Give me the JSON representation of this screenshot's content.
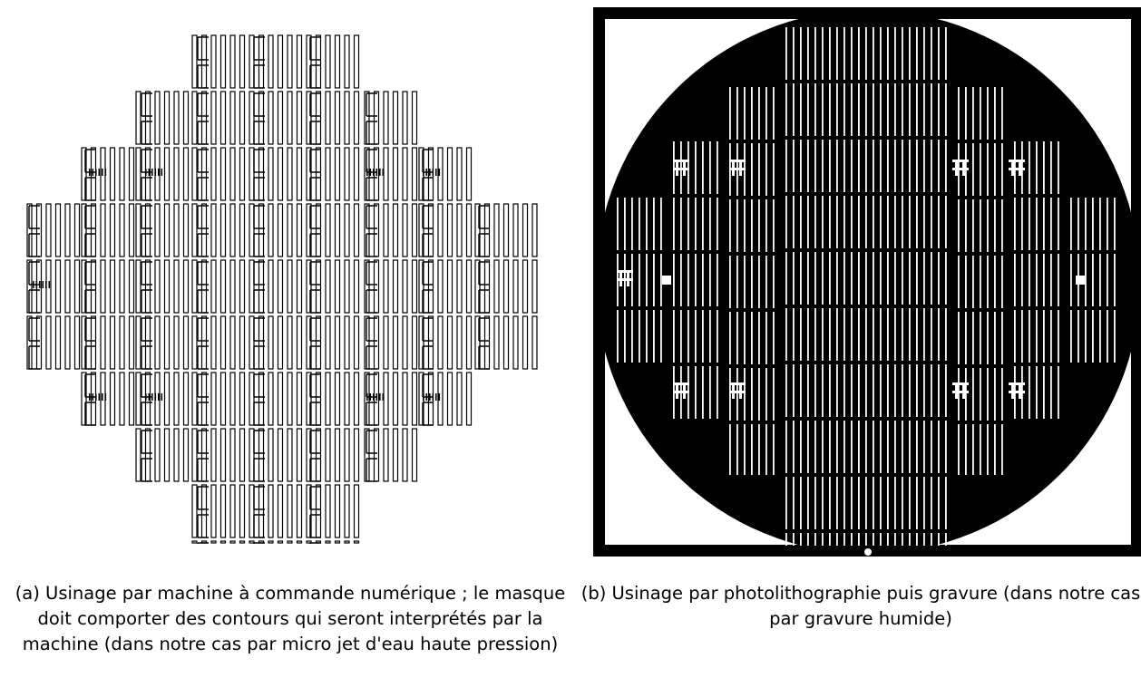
{
  "colors": {
    "ink": "#000000",
    "paper": "#ffffff"
  },
  "figures": [
    {
      "id": "a",
      "label": "(a)",
      "caption": "(a) Usinage par machine à commande numérique ; le masque doit comporter des contours qui seront interprétés par la machine (dans notre cas par micro jet d'eau haute pression)",
      "style": "outline-mask",
      "description_icon": "cnc-contour-mask"
    },
    {
      "id": "b",
      "label": "(b)",
      "caption": "(b) Usinage par photolithographie puis gravure (dans notre cas par gravure humide)",
      "style": "photomask-wafer",
      "description_icon": "photolithography-mask"
    }
  ]
}
